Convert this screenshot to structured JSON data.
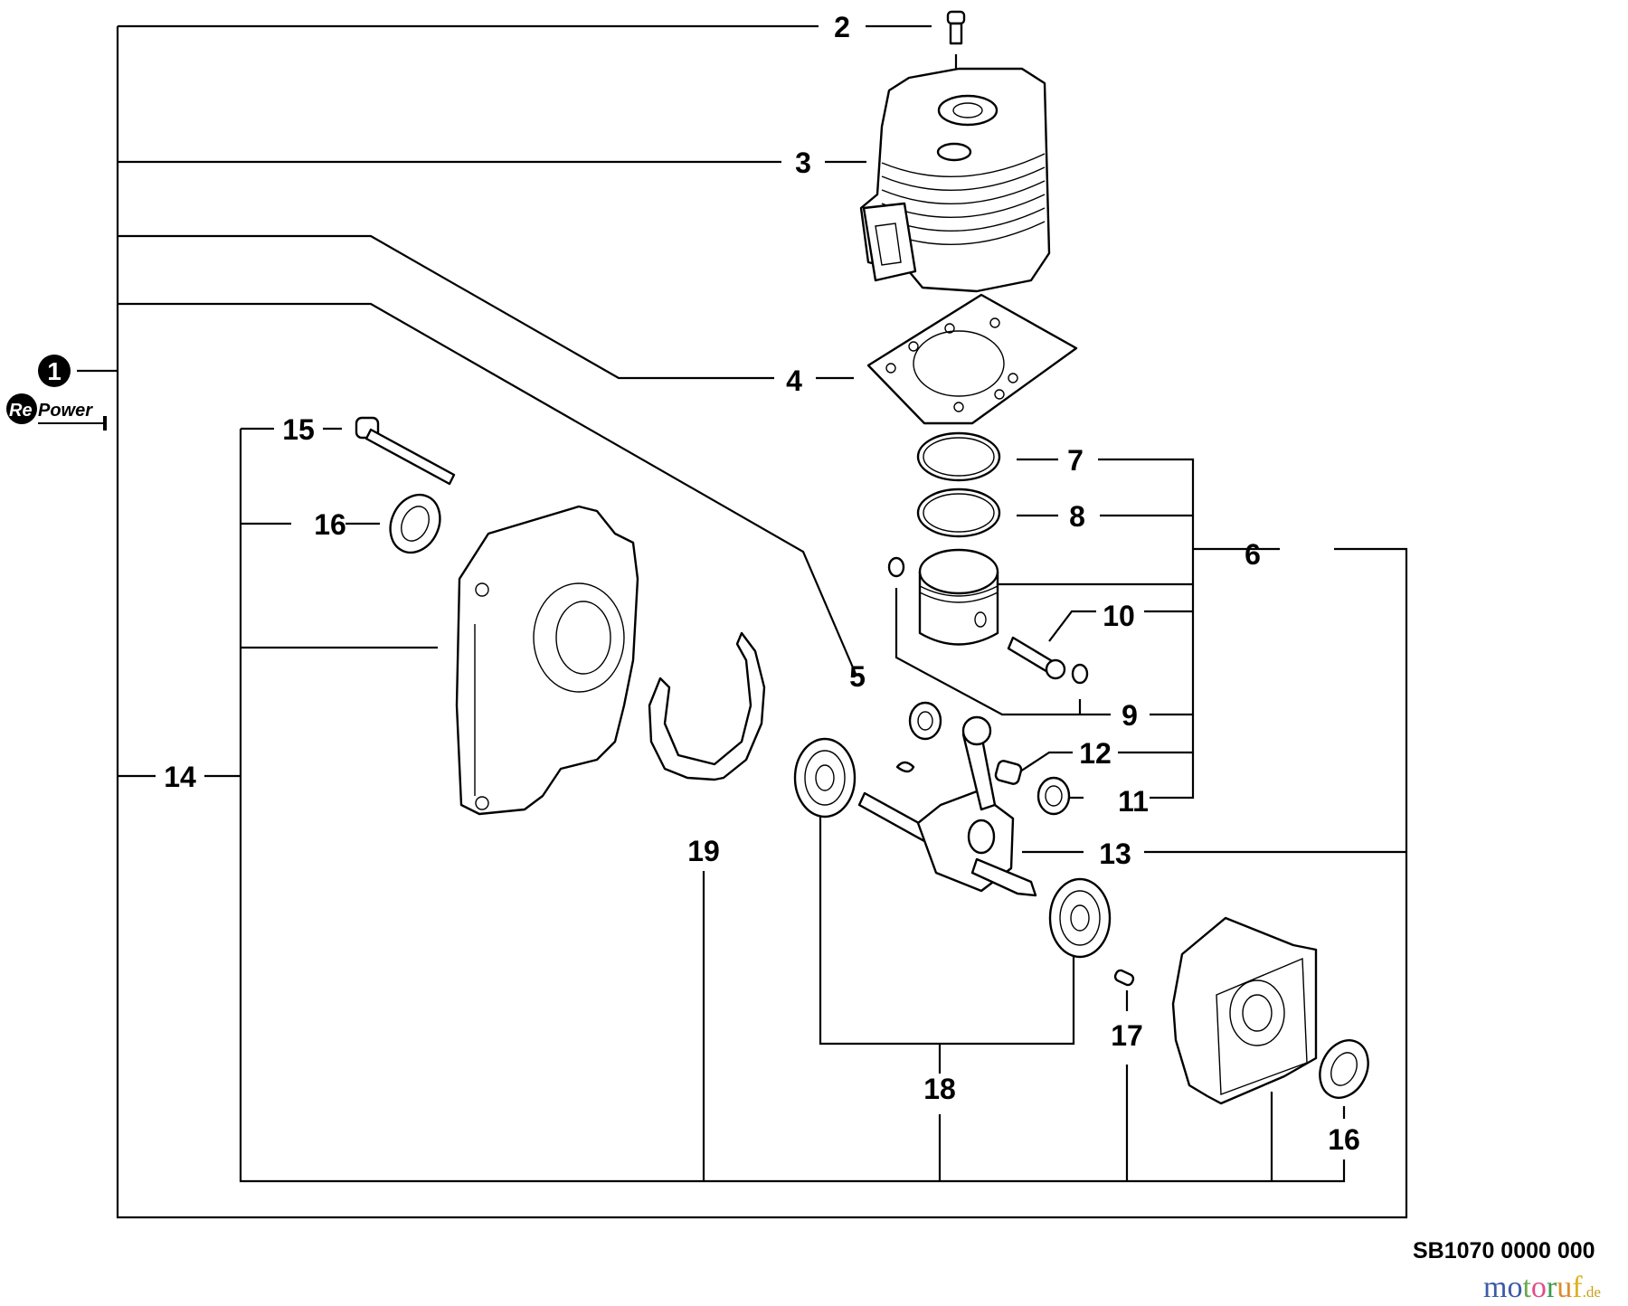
{
  "diagram": {
    "title": "Engine exploded parts diagram",
    "reference_code": "SB1070 0000 000",
    "watermark": {
      "letters": [
        {
          "ch": "m",
          "color": "#3b5aa8"
        },
        {
          "ch": "o",
          "color": "#3b5aa8"
        },
        {
          "ch": "t",
          "color": "#6aa84f"
        },
        {
          "ch": "o",
          "color": "#e04e8a"
        },
        {
          "ch": "r",
          "color": "#3a9a4a"
        },
        {
          "ch": "u",
          "color": "#e08a2a"
        },
        {
          "ch": "f",
          "color": "#e0b020"
        }
      ],
      "domain": ".de"
    },
    "assembly_badge": {
      "number": "1",
      "logo_text_re": "Re",
      "logo_text_power": "Power"
    },
    "callouts": [
      {
        "id": "2",
        "part": "cylinder-bolt"
      },
      {
        "id": "3",
        "part": "cylinder"
      },
      {
        "id": "4",
        "part": "cylinder-gasket"
      },
      {
        "id": "5",
        "part": "woodruff-key"
      },
      {
        "id": "6",
        "part": "piston-kit"
      },
      {
        "id": "7",
        "part": "piston-ring-top"
      },
      {
        "id": "8",
        "part": "piston-ring-bottom"
      },
      {
        "id": "9",
        "part": "piston-pin-circlip"
      },
      {
        "id": "10",
        "part": "piston-pin"
      },
      {
        "id": "11",
        "part": "thrust-washer"
      },
      {
        "id": "12",
        "part": "needle-bearing"
      },
      {
        "id": "13",
        "part": "crankshaft"
      },
      {
        "id": "14",
        "part": "crankcase-assembly"
      },
      {
        "id": "15",
        "part": "crankcase-screw"
      },
      {
        "id": "16",
        "part": "oil-seal"
      },
      {
        "id": "16b",
        "label": "16",
        "part": "oil-seal"
      },
      {
        "id": "17",
        "part": "dowel-pin"
      },
      {
        "id": "18",
        "part": "ball-bearing"
      },
      {
        "id": "19",
        "part": "crankcase-gasket"
      }
    ]
  }
}
